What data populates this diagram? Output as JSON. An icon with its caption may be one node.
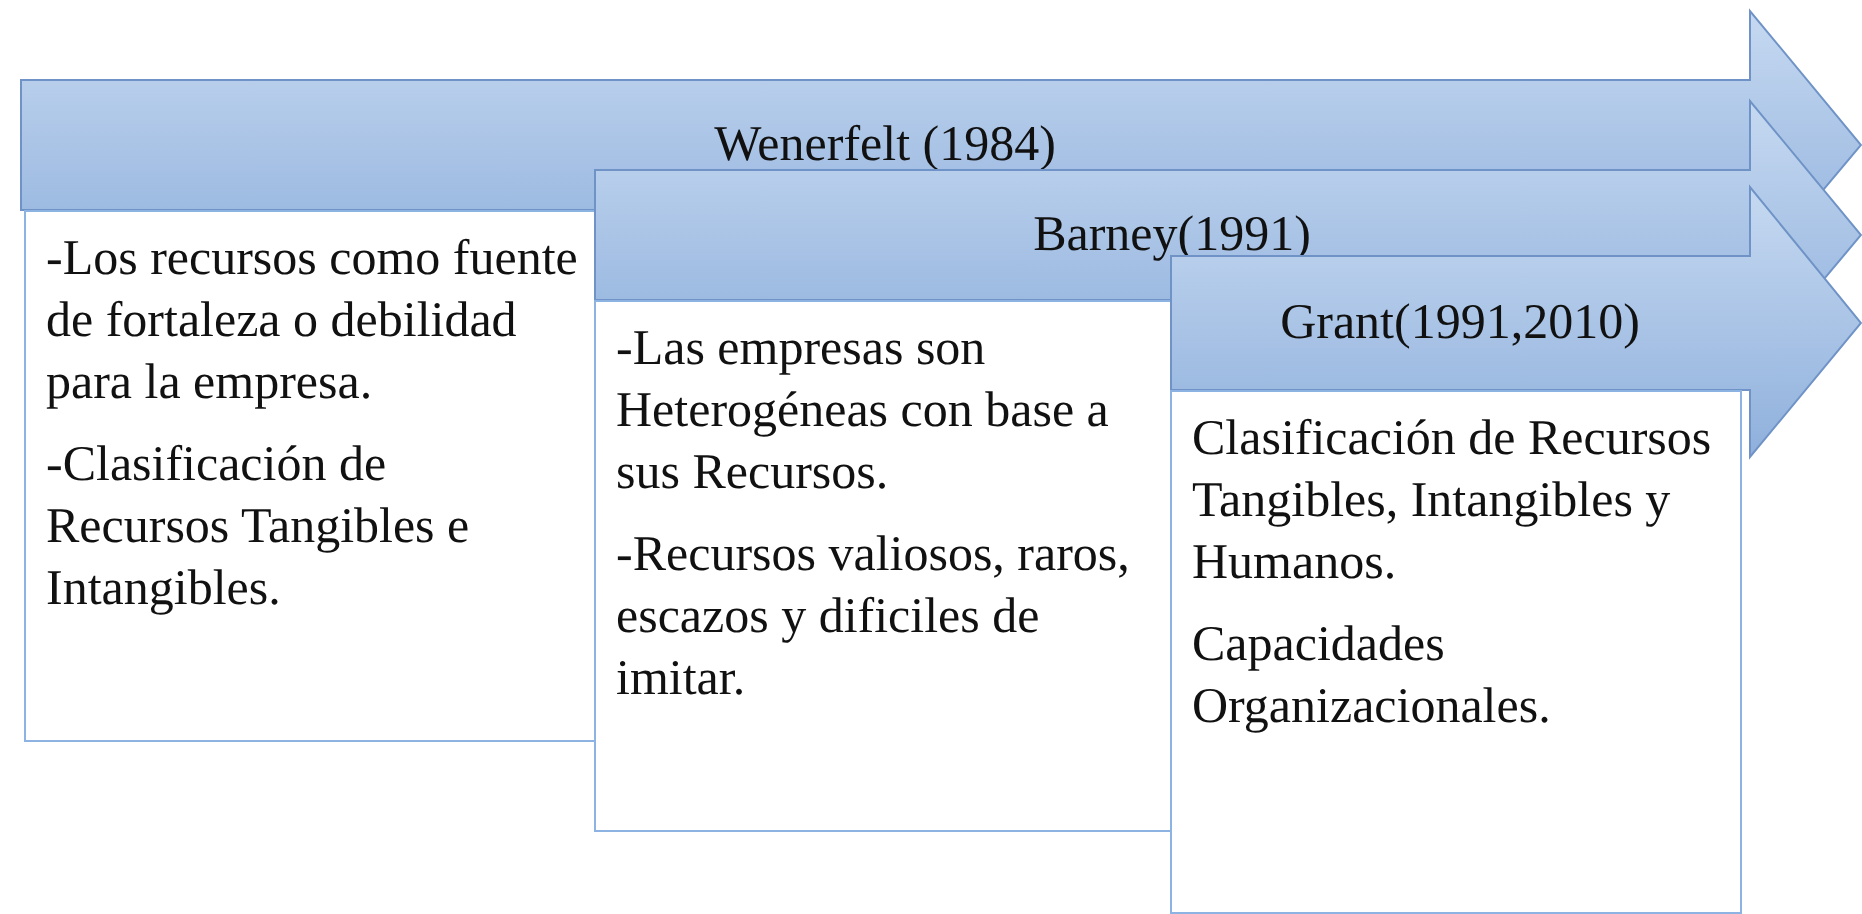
{
  "diagram": {
    "nodes": [
      {
        "text": [
          "Wenerfelt (1984)"
        ]
      },
      {
        "text": [
          "-Los recursos como fuente de fortaleza o debilidad para la empresa.",
          "-Clasificación de Recursos Tangibles e Intangibles."
        ]
      },
      {
        "text": [
          "Barney(1991)"
        ]
      },
      {
        "text": [
          "-Las empresas son Heterogéneas con base a sus Recursos.",
          "-Recursos valiosos, raros, escazos y dificiles de imitar."
        ]
      },
      {
        "text": [
          "Grant(1991,2010)"
        ]
      },
      {
        "text": [
          "Clasificación de Recursos Tangibles, Intangibles y Humanos.",
          "Capacidades Organizacionales."
        ]
      }
    ],
    "edges": []
  }
}
